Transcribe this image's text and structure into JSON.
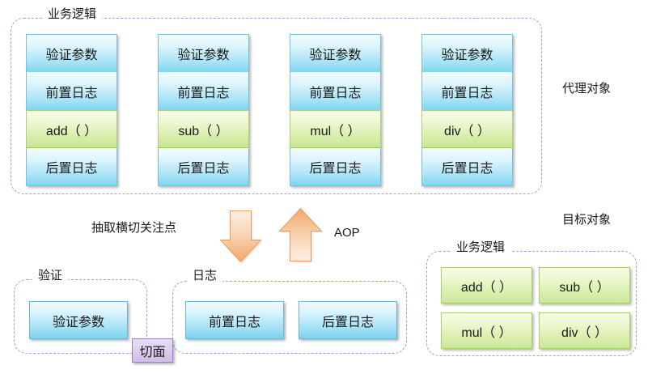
{
  "diagram": {
    "title_hidden": "",
    "proxy_section": {
      "group_label": "业务逻辑",
      "side_label": "代理对象",
      "columns": [
        {
          "cells": [
            {
              "text": "验证参数",
              "kind": "blue"
            },
            {
              "text": "前置日志",
              "kind": "blue"
            },
            {
              "text": "add（ ）",
              "kind": "green"
            },
            {
              "text": "后置日志",
              "kind": "blue"
            }
          ]
        },
        {
          "cells": [
            {
              "text": "验证参数",
              "kind": "blue"
            },
            {
              "text": "前置日志",
              "kind": "blue"
            },
            {
              "text": "sub（ ）",
              "kind": "green"
            },
            {
              "text": "后置日志",
              "kind": "blue"
            }
          ]
        },
        {
          "cells": [
            {
              "text": "验证参数",
              "kind": "blue"
            },
            {
              "text": "前置日志",
              "kind": "blue"
            },
            {
              "text": "mul（ ）",
              "kind": "green"
            },
            {
              "text": "后置日志",
              "kind": "blue"
            }
          ]
        },
        {
          "cells": [
            {
              "text": "验证参数",
              "kind": "blue"
            },
            {
              "text": "前置日志",
              "kind": "blue"
            },
            {
              "text": "div（ ）",
              "kind": "green"
            },
            {
              "text": "后置日志",
              "kind": "blue"
            }
          ]
        }
      ]
    },
    "middle": {
      "extract_label": "抽取横切关注点",
      "aop_label": "AOP",
      "down_arrow_name": "down-arrow",
      "up_arrow_name": "up-arrow",
      "arrow_color": "#f4b183"
    },
    "aspects_section": {
      "validation_group_label": "验证",
      "log_group_label": "日志",
      "aspect_badge": "切面",
      "validation_items": [
        {
          "text": "验证参数"
        }
      ],
      "log_items": [
        {
          "text": "前置日志"
        },
        {
          "text": "后置日志"
        }
      ]
    },
    "target_section": {
      "side_label": "目标对象",
      "group_label": "业务逻辑",
      "methods": [
        {
          "text": "add（ ）"
        },
        {
          "text": "sub（ ）"
        },
        {
          "text": "mul（ ）"
        },
        {
          "text": "div（ ）"
        }
      ]
    },
    "colors": {
      "dashed_border": "#8fa8d8",
      "blue_fill": "#a9e4f7",
      "green_fill": "#d8edaa",
      "purple_fill": "#cfbde8",
      "orange_arrow": "#f4b183"
    }
  }
}
